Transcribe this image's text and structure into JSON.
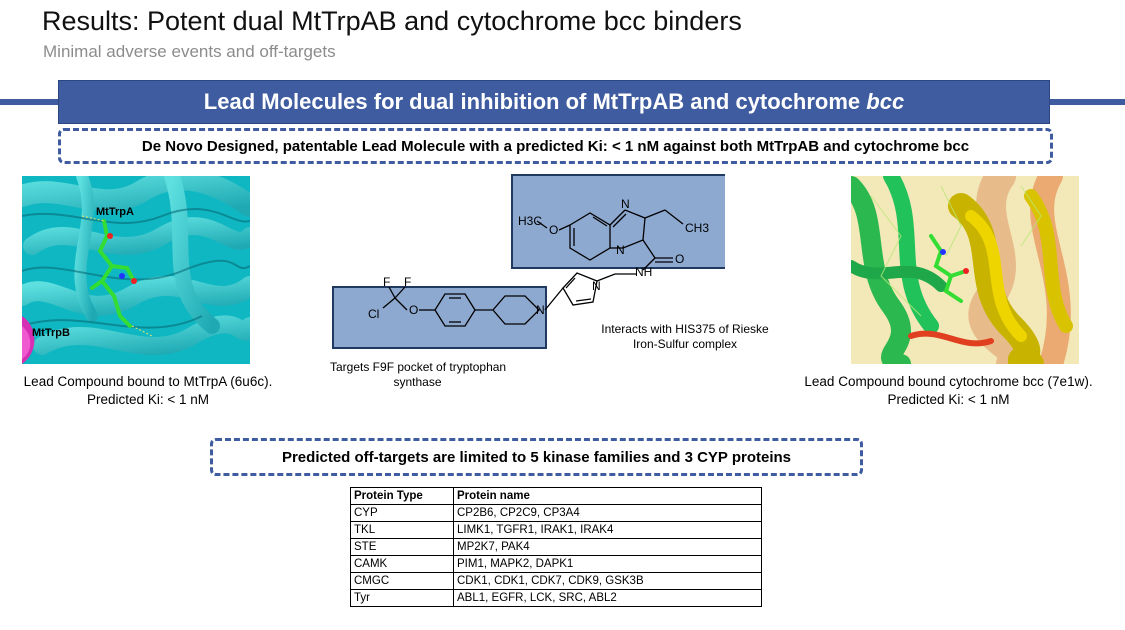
{
  "header": {
    "title": "Results: Potent dual MtTrpAB and cytochrome bcc binders",
    "subtitle": "Minimal adverse events and off-targets"
  },
  "banner": {
    "text_main": "Lead Molecules for dual inhibition of MtTrpAB and cytochrome ",
    "text_italic": "bcc"
  },
  "lead_statement": "De Novo Designed, patentable Lead Molecule with a predicted Ki: < 1 nM against both MtTrpAB and cytochrome bcc",
  "left_panel": {
    "label_a": "MtTrpA",
    "label_b": "MtTrpB",
    "caption_line1": "Lead Compound bound to MtTrpA (6u6c).",
    "caption_line2": "Predicted Ki: < 1 nM"
  },
  "right_panel": {
    "caption_line1": "Lead Compound bound cytochrome bcc (7e1w).",
    "caption_line2": "Predicted Ki: < 1 nM"
  },
  "molecule": {
    "atoms": {
      "h3c": "H3C",
      "o_methoxy": "O",
      "n_ring_top": "N",
      "n_ring_bridge": "N",
      "ch3": "CH3",
      "o_amide": "O",
      "nh": "NH",
      "n_pyrrole": "N",
      "n_piperidine": "N",
      "f1": "F",
      "f2": "F",
      "cl": "Cl",
      "o_ether": "O"
    },
    "interacts_line1": "Interacts with HIS375 of Rieske",
    "interacts_line2": "Iron-Sulfur complex",
    "targets_line1": "Targets F9F pocket of tryptophan",
    "targets_line2": "synthase"
  },
  "offtarget_statement": "Predicted off-targets are limited to 5 kinase families and 3 CYP proteins",
  "table": {
    "headers": [
      "Protein Type",
      "Protein name"
    ],
    "rows": [
      [
        "CYP",
        "CP2B6, CP2C9, CP3A4"
      ],
      [
        "TKL",
        "LIMK1, TGFR1, IRAK1, IRAK4"
      ],
      [
        "STE",
        "MP2K7, PAK4"
      ],
      [
        "CAMK",
        "PIM1, MAPK2, DAPK1"
      ],
      [
        "CMGC",
        "CDK1, CDK1, CDK7, CDK9, GSK3B"
      ],
      [
        "Tyr",
        "ABL1, EGFR, LCK, SRC, ABL2"
      ]
    ]
  }
}
